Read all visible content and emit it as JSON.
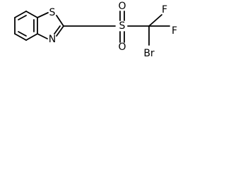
{
  "molecule": {
    "atoms": {
      "sulfur_ring": "S",
      "nitrogen_ring": "N",
      "sulfur_sulfonyl": "S",
      "oxygen_top": "O",
      "oxygen_bottom": "O",
      "fluorine_1": "F",
      "fluorine_2": "F",
      "bromine": "Br"
    }
  }
}
